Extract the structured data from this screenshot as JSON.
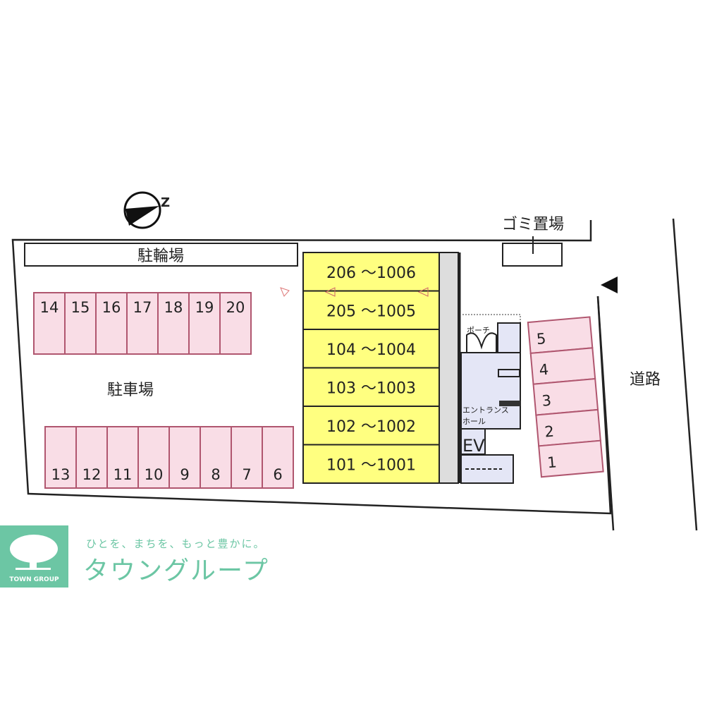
{
  "labels": {
    "bicycle_parking": "駐輪場",
    "parking": "駐車場",
    "garbage": "ゴミ置場",
    "road": "道路",
    "porch": "ポーチ",
    "entrance_1": "エントランス",
    "entrance_2": "ホール",
    "ev": "EV",
    "north": "Z"
  },
  "parking_top": [
    "14",
    "15",
    "16",
    "17",
    "18",
    "19",
    "20"
  ],
  "parking_bottom": [
    "13",
    "12",
    "11",
    "10",
    "9",
    "8",
    "7",
    "6"
  ],
  "parking_right": [
    "5",
    "4",
    "3",
    "2",
    "1"
  ],
  "units": [
    "206 ～1006",
    "205 ～1005",
    "104 ～1004",
    "103 ～1003",
    "102 ～1002",
    "101 ～1001"
  ],
  "logo": {
    "tagline": "ひとを、まちを、もっと豊かに。",
    "name": "タウングループ",
    "badge": "TOWN GROUP",
    "color": "#6cc6a4"
  },
  "colors": {
    "parking": "#f9dde6",
    "parking_border": "#b0566f",
    "building": "#ffff80",
    "entrance": "#e4e6f6"
  }
}
